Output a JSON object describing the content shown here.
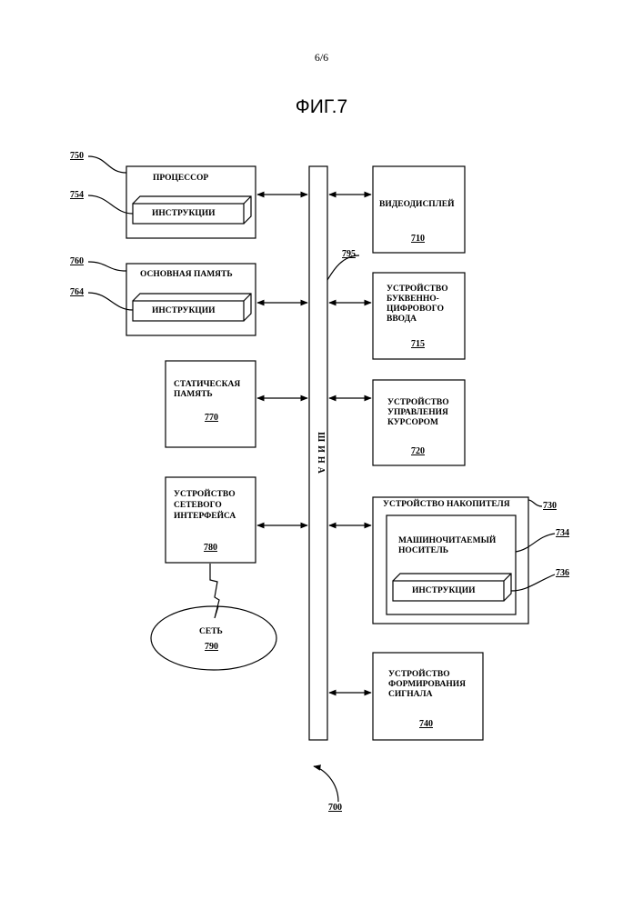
{
  "page_number": "6/6",
  "figure_title": "ФИГ.7",
  "bus": {
    "label": "ШИНА",
    "ref": "795"
  },
  "processor": {
    "label": "ПРОЦЕССОР",
    "ref": "750",
    "instructions": {
      "label": "ИНСТРУКЦИИ",
      "ref": "754"
    }
  },
  "main_memory": {
    "label": "ОСНОВНАЯ ПАМЯТЬ",
    "ref": "760",
    "instructions": {
      "label": "ИНСТРУКЦИИ",
      "ref": "764"
    }
  },
  "static_memory": {
    "label_line1": "СТАТИЧЕСКАЯ",
    "label_line2": "ПАМЯТЬ",
    "ref": "770"
  },
  "network_interface": {
    "label_line1": "УСТРОЙСТВО",
    "label_line2": "СЕТЕВОГО",
    "label_line3": "ИНТЕРФЕЙСА",
    "ref": "780"
  },
  "network": {
    "label": "СЕТЬ",
    "ref": "790"
  },
  "video_display": {
    "label": "ВИДЕОДИСПЛЕЙ",
    "ref": "710"
  },
  "alphanumeric_input": {
    "label_line1": "УСТРОЙСТВО",
    "label_line2": "БУКВЕННО-",
    "label_line3": "ЦИФРОВОГО",
    "label_line4": "ВВОДА",
    "ref": "715"
  },
  "cursor_control": {
    "label_line1": "УСТРОЙСТВО",
    "label_line2": "УПРАВЛЕНИЯ",
    "label_line3": "КУРСОРОМ",
    "ref": "720"
  },
  "storage": {
    "label": "УСТРОЙСТВО НАКОПИТЕЛЯ",
    "ref": "730",
    "medium": {
      "label_line1": "МАШИНОЧИТАЕМЫЙ",
      "label_line2": "НОСИТЕЛЬ",
      "ref": "734"
    },
    "instructions": {
      "label": "ИНСТРУКЦИИ",
      "ref": "736"
    }
  },
  "signal_generation": {
    "label_line1": "УСТРОЙСТВО",
    "label_line2": "ФОРМИРОВАНИЯ",
    "label_line3": "СИГНАЛА",
    "ref": "740"
  },
  "system": {
    "ref": "700"
  }
}
